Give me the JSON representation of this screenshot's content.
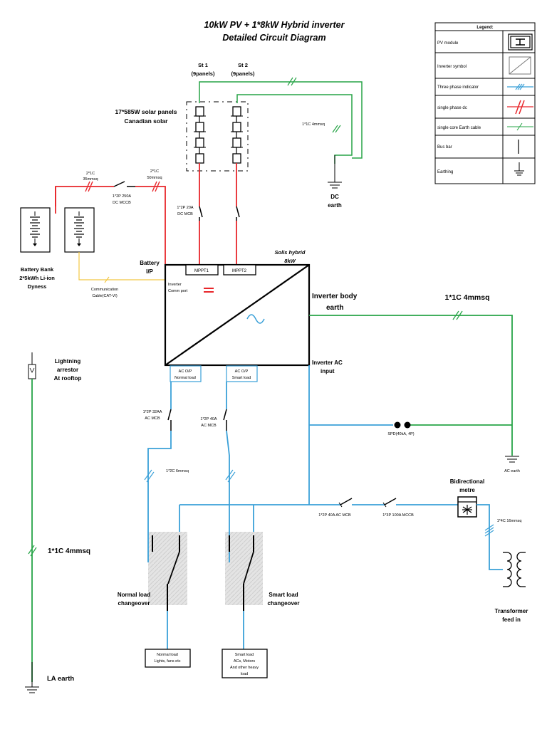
{
  "title": {
    "line1": "10kW PV + 1*8kW Hybrid inverter",
    "line2": "Detailed Circuit Diagram"
  },
  "legend": {
    "heading": "Legend:",
    "rows": [
      {
        "label": "PV module",
        "icon": "pv-module-icon"
      },
      {
        "label": "Inverter symbol",
        "icon": "inverter-symbol-icon"
      },
      {
        "label": "Three phase indicator",
        "icon": "three-phase-indicator-icon"
      },
      {
        "label": "single phase dc",
        "icon": "single-phase-dc-icon"
      },
      {
        "label": "single core Earth cable",
        "icon": "earth-cable-icon"
      },
      {
        "label": "Bus bar",
        "icon": "bus-bar-icon"
      },
      {
        "label": "Earthing",
        "icon": "earthing-icon"
      }
    ]
  },
  "pv": {
    "string1_line1": "St 1",
    "string1_line2": "(9panels)",
    "string2_line1": "St 2",
    "string2_line2": "(9panels)",
    "panels_line1": "17*585W solar panels",
    "panels_line2": "Canadian solar",
    "dc_earth_cable": "1*1C 4mmsq",
    "dc_earth_line1": "DC",
    "dc_earth_line2": "earth",
    "dc_mcb_line1": "1*2P 20A",
    "dc_mcb_line2": "DC MCB"
  },
  "battery": {
    "cable1_line1": "2*1C",
    "cable1_line2": "35mmsq",
    "cable2_line1": "2*1C",
    "cable2_line2": "50mmsq",
    "mccb_line1": "1*2P 250A",
    "mccb_line2": "DC MCCB",
    "bank_line1": "Battery Bank",
    "bank_line2": "2*5kWh Li-ion",
    "bank_line3": "Dyness",
    "io_line1": "Battery",
    "io_line2": "I/P",
    "comm_line1": "Communication",
    "comm_line2": "Cable(CAT-VI)"
  },
  "inverter": {
    "name_line1": "Solis hybrid",
    "name_line2": "8kW",
    "mppt1": "MPPT1",
    "mppt2": "MPPT2",
    "comm_line1": "Inverter",
    "comm_line2": "Comm port",
    "body_earth_line1": "Inverter body",
    "body_earth_line2": "earth",
    "body_earth_cable": "1*1C 4mmsq",
    "ac_input_line1": "Inverter AC",
    "ac_input_line2": "input",
    "ac_out_normal_line1": "AC O/P",
    "ac_out_normal_line2": "Normal load",
    "ac_out_smart_line1": "AC O/P",
    "ac_out_smart_line2": "Smart load"
  },
  "lightning": {
    "arrestor_line1": "Lightning",
    "arrestor_line2": "arrestor",
    "arrestor_line3": "At rooftop",
    "cable": "1*1C 4mmsq",
    "earth": "LA earth"
  },
  "ac_side": {
    "normal_mcb_line1": "1*2P 32AA",
    "normal_mcb_line2": "AC MCB",
    "smart_mcb_line1": "1*2P 40A",
    "smart_mcb_line2": "AC MCB",
    "cable_2c": "1*2C 6mmsq",
    "spd": "SPD(40kA, 4P)",
    "ac_earth": "AC earth",
    "main_ac_mcb": "1*2P 40A AC MCB",
    "main_mccb": "1*3P 100A MCCB",
    "metre_line1": "Bidirectional",
    "metre_line2": "metre",
    "cable_4c": "1*4C 16mmsq",
    "transformer_line1": "Transformer",
    "transformer_line2": "feed in"
  },
  "changeover": {
    "normal_line1": "Normal load",
    "normal_line2": "changeover",
    "smart_line1": "Smart load",
    "smart_line2": "changeover"
  },
  "loads": {
    "normal_line1": "Normal load",
    "normal_line2": "Lights, fans etc",
    "smart_line1": "Smart load",
    "smart_line2": "ACs, Motors",
    "smart_line3": "And other heavy",
    "smart_line4": "load"
  },
  "colors": {
    "dc": "#e8262a",
    "ac": "#3aa0d8",
    "earth": "#27a447",
    "comm": "#f2c744",
    "black": "#000000",
    "shade": "#d9d9d9"
  }
}
